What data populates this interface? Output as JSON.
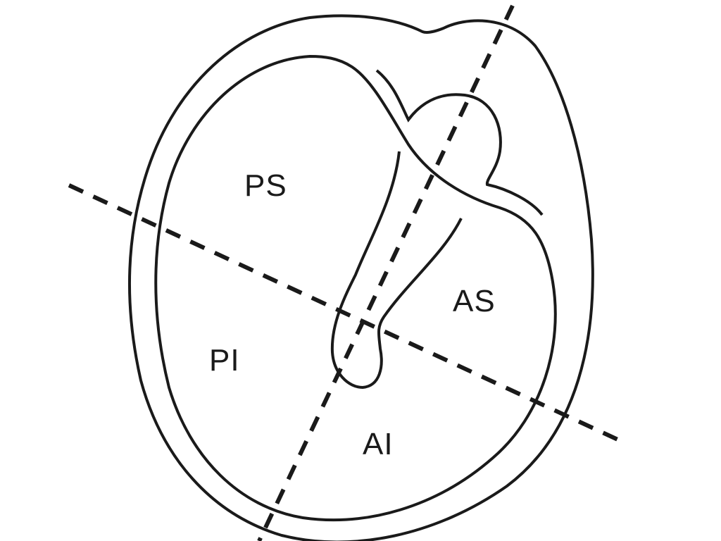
{
  "colors": {
    "ink": "#1a1a1a",
    "background": "#ffffff"
  },
  "quadrants": {
    "posterior_superior": "PS",
    "posterior_inferior": "PI",
    "anterior_superior": "AS",
    "anterior_inferior": "AI"
  }
}
